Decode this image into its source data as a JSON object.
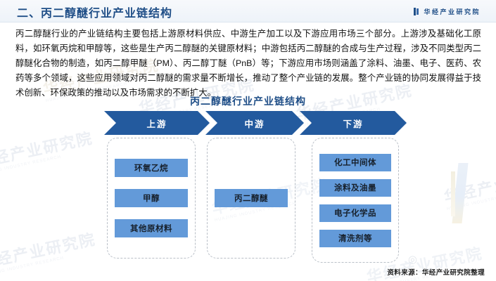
{
  "header": {
    "title": "二、丙二醇醚行业产业链结构",
    "brand_name": "华经产业研究院",
    "brand_mark_icon": "bookmark-logo-icon"
  },
  "paragraph": "丙二醇醚行业的产业链结构主要包括上游原材料供应、中游生产加工以及下游应用市场三个部分。上游涉及基础化工原料，如环氧丙烷和甲醇等，这些是生产丙二醇醚的关键原材料；中游包括丙二醇醚的合成与生产过程，涉及不同类型丙二醇醚化合物的制造，如丙二醇甲醚（PM）、丙二醇丁醚（PnB）等；下游应用市场则涵盖了涂料、油墨、电子、医药、农药等多个领域，这些应用领域对丙二醇醚的需求量不断增长，推动了整个产业链的发展。整个产业链的协同发展得益于技术创新、环保政策的推动以及市场需求的不断扩大。",
  "chart_data": {
    "type": "diagram",
    "title": "丙二醇醚行业产业链结构",
    "stages": [
      {
        "label": "上游",
        "nodes": [
          "环氧乙烷",
          "甲醇",
          "其他原材料"
        ]
      },
      {
        "label": "中游",
        "nodes": [
          "丙二醇醚"
        ]
      },
      {
        "label": "下游",
        "nodes": [
          "化工中间体",
          "涂料及油墨",
          "电子化学品",
          "清洗剂等"
        ]
      }
    ],
    "colors": {
      "arrow": "#235a9e",
      "node": "#639ad9",
      "title": "#1f4e87",
      "box_border": "#b9bfc7"
    }
  },
  "footer": {
    "source": "资料来源：华经产业研究院整理",
    "weibo_icon": "weibo-icon"
  },
  "watermark": {
    "text": "华经产业研究院",
    "sub": "HUAJING INDUSTRY RESEARCH"
  }
}
